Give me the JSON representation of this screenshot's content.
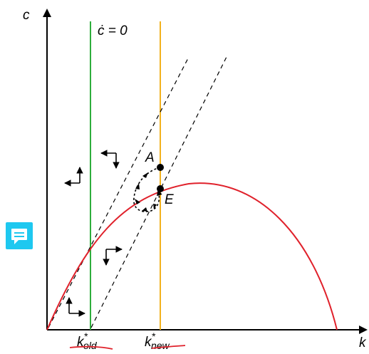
{
  "axes": {
    "y_label": "c",
    "x_label": "k"
  },
  "locus": {
    "c_dot_label": "ċ = 0"
  },
  "ticks": {
    "k_old_base": "k",
    "k_old_sup": "*",
    "k_old_sub": "old",
    "k_new_base": "k",
    "k_new_sup": "*",
    "k_new_sub": "new"
  },
  "points": {
    "A": "A",
    "E": "E"
  },
  "colors": {
    "axes": "#000000",
    "curve": "#e0212b",
    "k_old_line": "#2eae3c",
    "k_new_line": "#f2b21e",
    "saddle_path": "#000000",
    "comment_icon": "#1ec8f0"
  },
  "icons": {
    "comment": "comment-icon"
  }
}
